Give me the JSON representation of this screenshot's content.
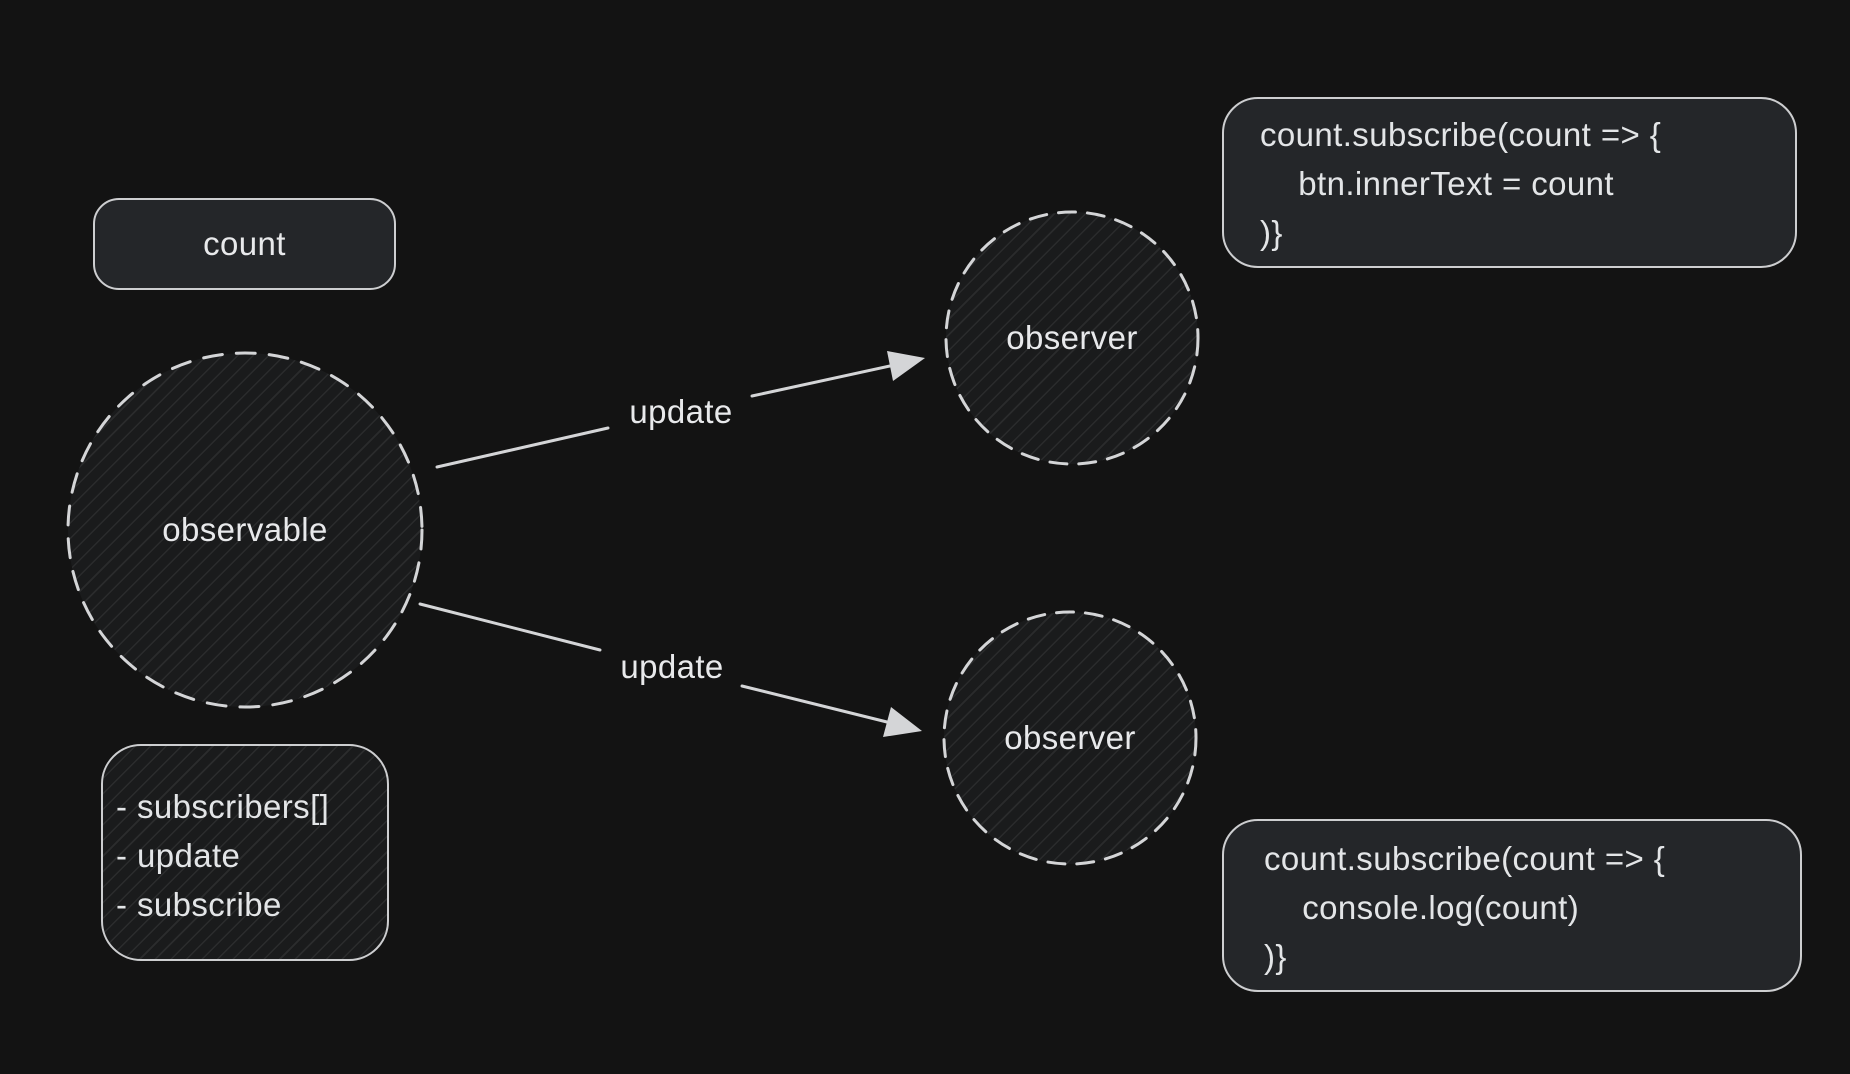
{
  "colors": {
    "background": "#131313",
    "shape_fill": "#242629",
    "hatch_base": "#1a1b1c",
    "stroke": "#d4d5d7",
    "text": "#e8e9eb"
  },
  "nodes": {
    "count": {
      "label": "count"
    },
    "observable": {
      "label": "observable"
    },
    "observable_members": {
      "lines": [
        "- subscribers[]",
        "- update",
        "- subscribe"
      ]
    },
    "observer_top": {
      "label": "observer"
    },
    "observer_bottom": {
      "label": "observer"
    }
  },
  "edges": {
    "top": {
      "label": "update"
    },
    "bottom": {
      "label": "update"
    }
  },
  "code_snippets": {
    "top": {
      "lines": [
        "count.subscribe(count => {",
        "    btn.innerText = count",
        ")}"
      ]
    },
    "bottom": {
      "lines": [
        "count.subscribe(count => {",
        "    console.log(count)",
        ")}"
      ]
    }
  }
}
